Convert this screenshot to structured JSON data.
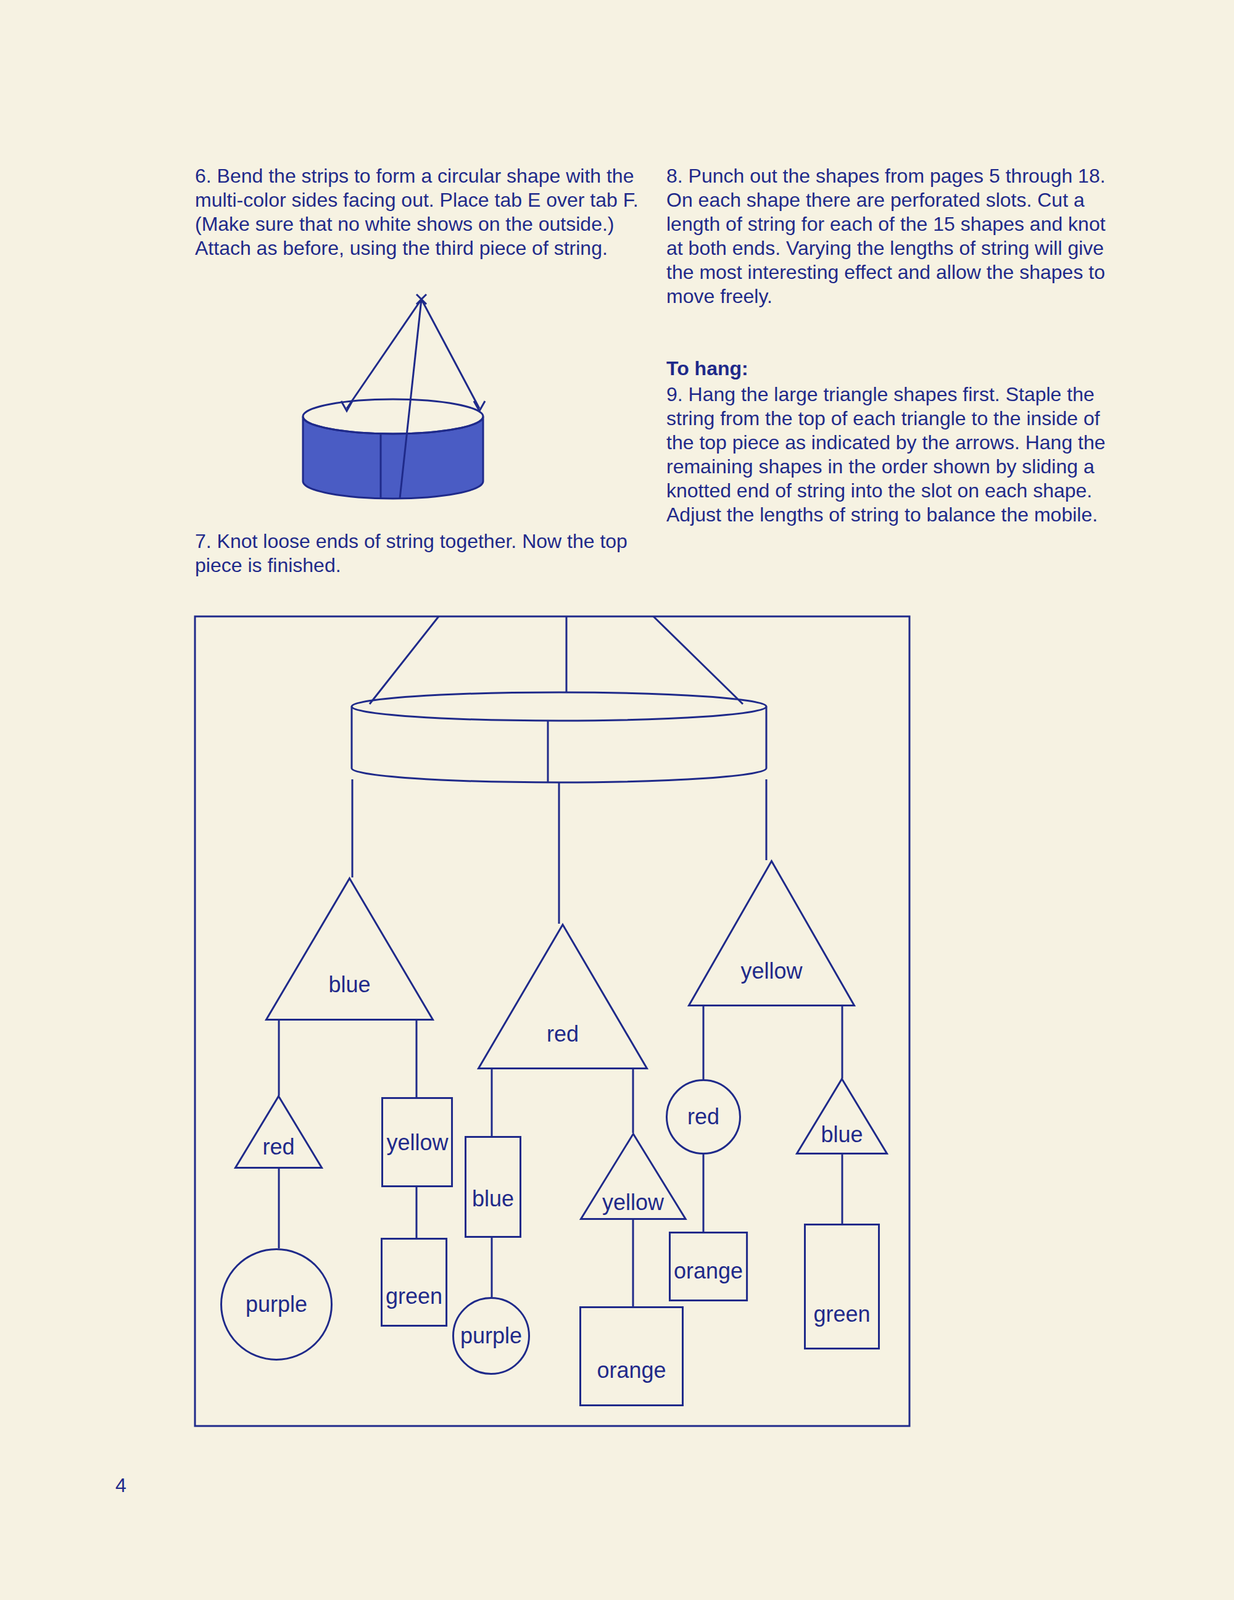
{
  "diagram": {
    "nodes": [
      {
        "text": [
          "blue"
        ]
      },
      {
        "text": [
          "red"
        ]
      },
      {
        "text": [
          "yellow"
        ]
      },
      {
        "text": [
          "red"
        ]
      },
      {
        "text": [
          "red"
        ]
      },
      {
        "text": [
          "yellow"
        ]
      },
      {
        "text": [
          "blue"
        ]
      },
      {
        "text": [
          "blue"
        ]
      },
      {
        "text": [
          "yellow"
        ]
      },
      {
        "text": [
          "orange"
        ]
      },
      {
        "text": [
          "green"
        ]
      },
      {
        "text": [
          "purple"
        ]
      },
      {
        "text": [
          "purple"
        ]
      },
      {
        "text": [
          "orange"
        ]
      },
      {
        "text": [
          "green"
        ]
      }
    ],
    "edges": [
      {
        "from": 0,
        "to": 4,
        "arrow": "none"
      },
      {
        "from": 0,
        "to": 5,
        "arrow": "none"
      },
      {
        "from": 1,
        "to": 7,
        "arrow": "none"
      },
      {
        "from": 1,
        "to": 8,
        "arrow": "none"
      },
      {
        "from": 2,
        "to": 3,
        "arrow": "none"
      },
      {
        "from": 2,
        "to": 6,
        "arrow": "none"
      },
      {
        "from": 4,
        "to": 11,
        "arrow": "none"
      },
      {
        "from": 5,
        "to": 10,
        "arrow": "none"
      },
      {
        "from": 7,
        "to": 12,
        "arrow": "none"
      },
      {
        "from": 8,
        "to": 13,
        "arrow": "none"
      },
      {
        "from": 3,
        "to": 9,
        "arrow": "none"
      },
      {
        "from": 6,
        "to": 14,
        "arrow": "none"
      }
    ],
    "labels": [
      "6. Bend the strips to form a circular shape with the multi-color sides facing out. Place tab E over tab F. (Make sure that no white shows on the outside.) Attach as before, using the third piece of string.",
      "7. Knot loose ends of string together. Now the top piece is finished.",
      "8. Punch out the shapes from pages 5 through 18. On each shape there are perforated slots. Cut a length of string for each of the 15 shapes and knot at both ends. Varying the lengths of string will give the most interesting effect and allow the shapes to move freely.",
      "To hang:",
      "9. Hang the large triangle shapes first. Staple the string from the top of each triangle to the inside of the top piece as indicated by the arrows. Hang the remaining shapes in the order shown by sliding a knotted end of string into the slot on each shape. Adjust the lengths of string to balance the mobile.",
      "4"
    ]
  }
}
